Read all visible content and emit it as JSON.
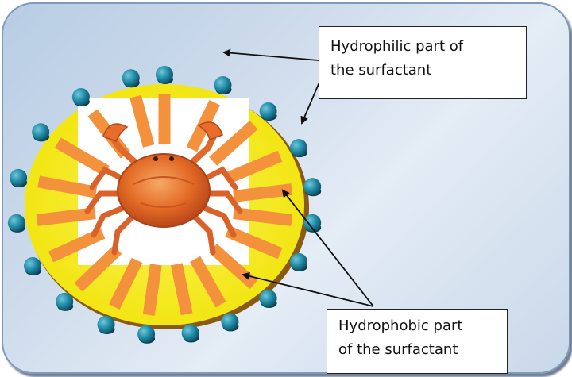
{
  "labels": {
    "hydrophilic": {
      "line1": "Hydrophilic part of",
      "line2": "the surfactant"
    },
    "hydrophobic": {
      "line1": "Hydrophobic part",
      "line2": "of the surfactant"
    }
  },
  "colors": {
    "background_gradient": [
      "#b7cde4",
      "#e4ecf5"
    ],
    "micelle_fill": "#f7ee1c",
    "micelle_rim": "#8a5a12",
    "tail": "#f3913d",
    "head": "#1f7f9b",
    "core": "#ffffff",
    "arrow": "#111111"
  }
}
